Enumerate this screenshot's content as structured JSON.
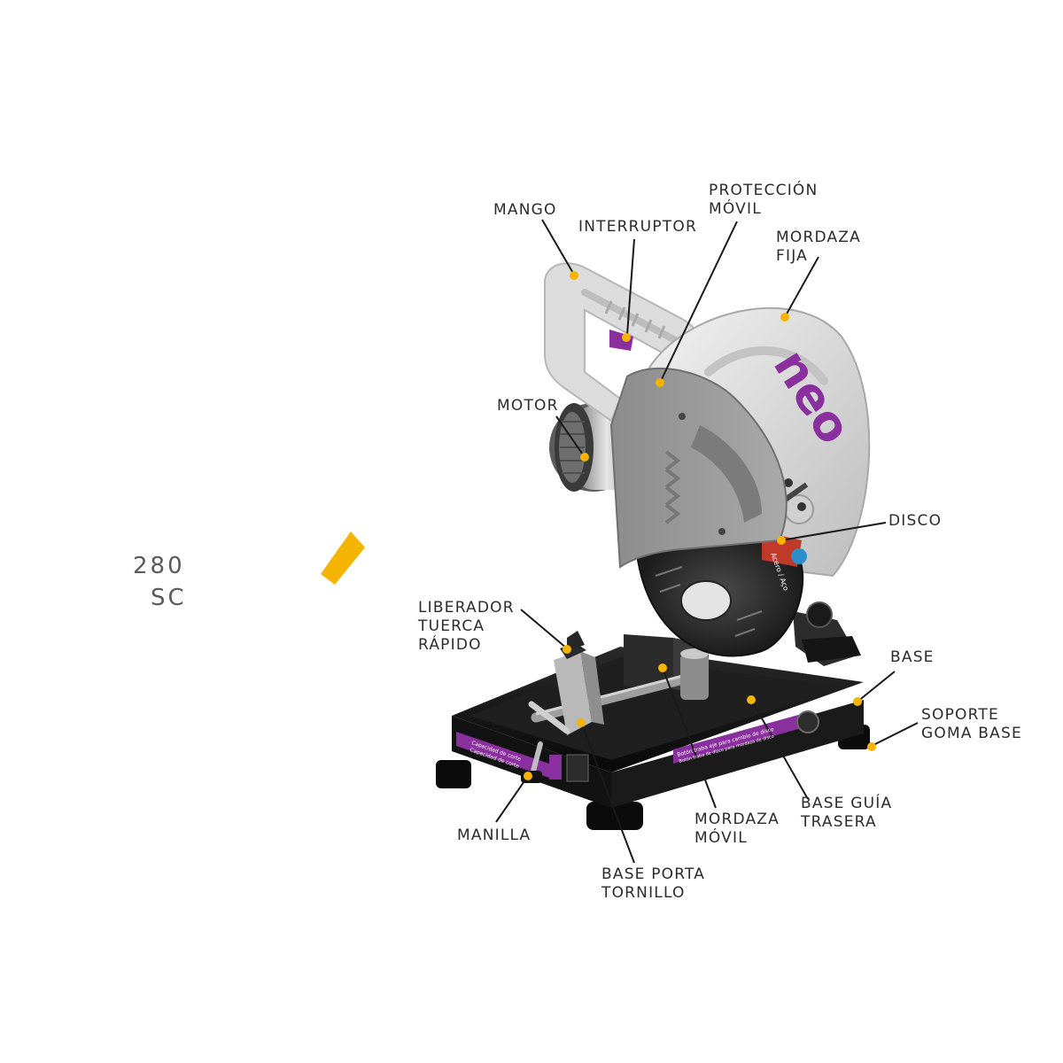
{
  "brand": {
    "logo_text": "neo"
  },
  "fragments": {
    "line1": "280",
    "line2": "SC"
  },
  "labels": {
    "mango": [
      "MANGO"
    ],
    "interruptor": [
      "INTERRUPTOR"
    ],
    "proteccion_movil": [
      "PROTECCIÓN",
      "MÓVIL"
    ],
    "mordaza_fija": [
      "MORDAZA",
      "FIJA"
    ],
    "motor": [
      "MOTOR"
    ],
    "disco": [
      "DISCO"
    ],
    "liberador": [
      "LIBERADOR",
      "TUERCA",
      "RÁPIDO"
    ],
    "base": [
      "BASE"
    ],
    "soporte": [
      "SOPORTE",
      "GOMA BASE"
    ],
    "manilla": [
      "MANILLA"
    ],
    "mordaza_movil": [
      "MORDAZA",
      "MÓVIL"
    ],
    "base_guia": [
      "BASE GUÍA",
      "TRASERA"
    ],
    "base_porta": [
      "BASE PORTA",
      "TORNILLO"
    ]
  },
  "product_print": {
    "capacity_1": "Capacidad de corte",
    "capacity_2": "Capacidad de corte",
    "lock_1": "Botón traba eje para cambio de disco",
    "lock_2": "Botón traba de disco para mordaza de disco",
    "disc_text": "Acero / Aço"
  },
  "colors": {
    "marker": "#f5b400",
    "brand_purple": "#8a2f9e",
    "body_gray": "#9a9a9a",
    "base_black": "#151515"
  }
}
